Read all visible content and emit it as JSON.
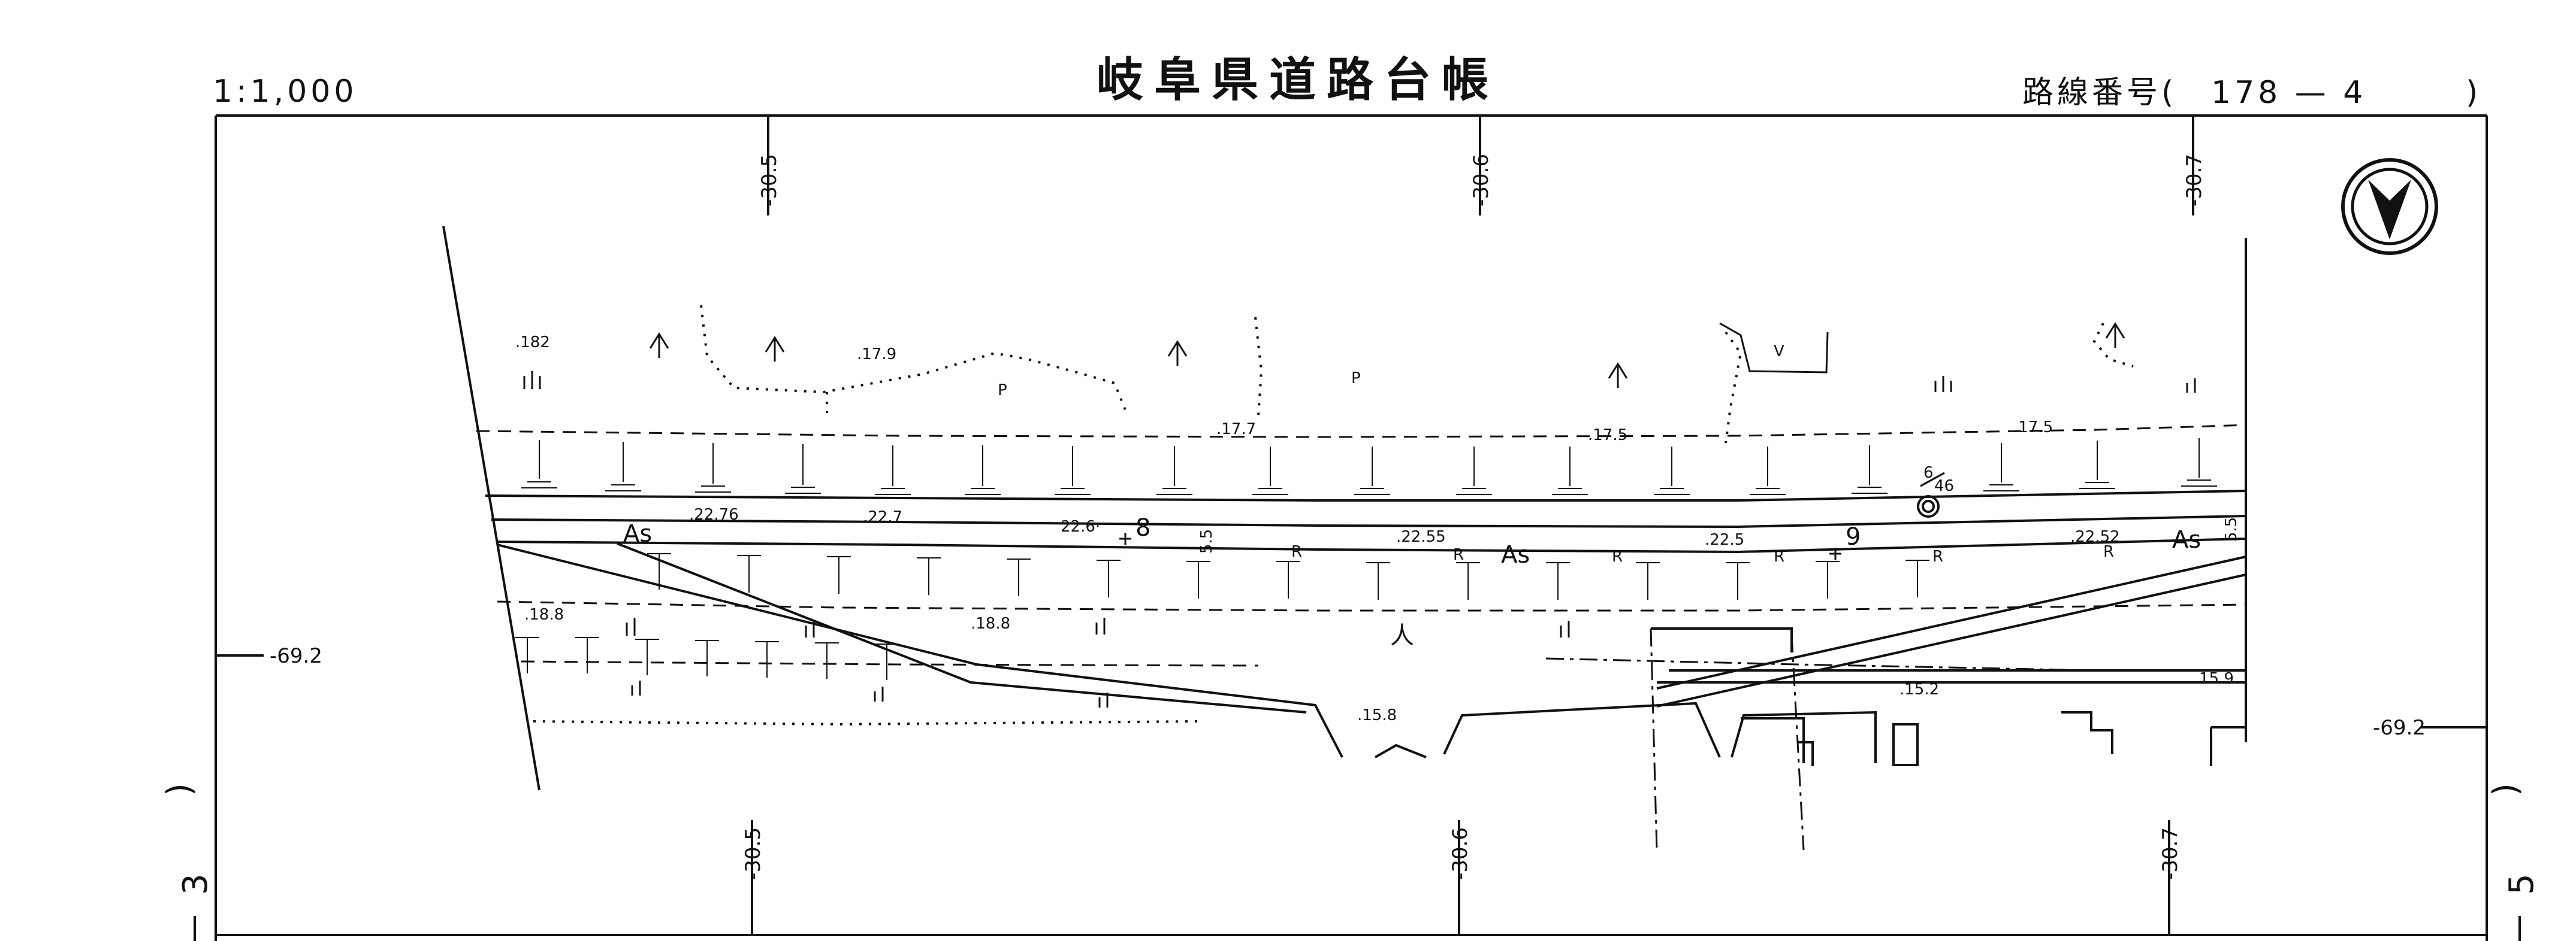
{
  "header": {
    "scale": "1:1,000",
    "title": "岐阜県道路台帳",
    "route_label": "路線番号(",
    "route_number": "178 — 4",
    "route_close": ")"
  },
  "grid_labels": {
    "top": [
      "-30.5",
      "-30.6",
      "-30.7"
    ],
    "bottom": [
      "-30.5",
      "-30.6",
      "-30.7"
    ],
    "left": "-69.2",
    "right": "-69.2"
  },
  "sheet_edges": {
    "left_paren": ")",
    "left_number": "3",
    "right_paren": ")",
    "right_number": "5"
  },
  "elevations": {
    "e182": ".182",
    "e179": ".17.9",
    "e177": ".17.7",
    "e175a": ".17.5",
    "e175b": ".17.5",
    "e2276": ".22.76",
    "e227": ".22.7",
    "e226": "22.6·",
    "e2255": ".22.55",
    "e225": ".22.5",
    "e2252": ".22.52",
    "e188a": ".18.8",
    "e188b": ".18.8",
    "e158": ".15.8",
    "e152": ".15.2",
    "e159": "15.9."
  },
  "road_labels": {
    "as1": "As",
    "as2": "As",
    "as3": "As",
    "r": "R",
    "w55a": "5.5",
    "w55b": "5.5",
    "km8": "8",
    "km9": "9",
    "station_num": "6",
    "station_den": "46",
    "p": "P",
    "a": "人",
    "v": "V"
  },
  "north_arrow": {
    "icon": "north-arrow-icon"
  }
}
